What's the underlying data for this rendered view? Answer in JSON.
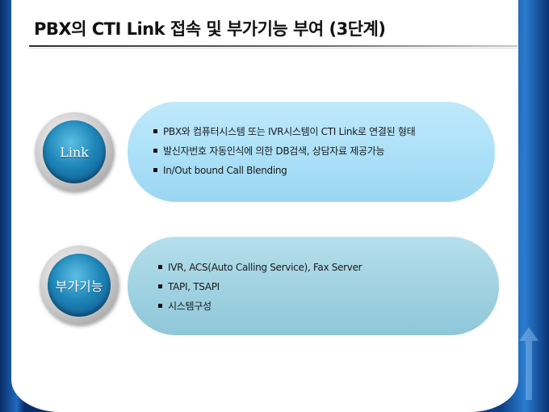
{
  "title": "PBX의 CTI Link 접속 및 부가기능 부여 (3단계)",
  "sections": [
    {
      "label": "Link",
      "bullets": [
        "PBX와 컴퓨터시스템 또는 IVR시스템이 CTI Link로 연결된 형태",
        "발신자번호 자동인식에 의한 DB검색, 상담자료 제공가능",
        "In/Out bound Call Blending"
      ]
    },
    {
      "label": "부가기능",
      "bullets": [
        "IVR, ACS(Auto Calling Service), Fax Server",
        "TAPI, TSAPI",
        "시스템구성"
      ]
    }
  ],
  "colors": {
    "background": "#0e3f86",
    "pill_1": "#a9dff7",
    "pill_2": "#9dd0e0",
    "circle_badge": "#1f86b9"
  }
}
